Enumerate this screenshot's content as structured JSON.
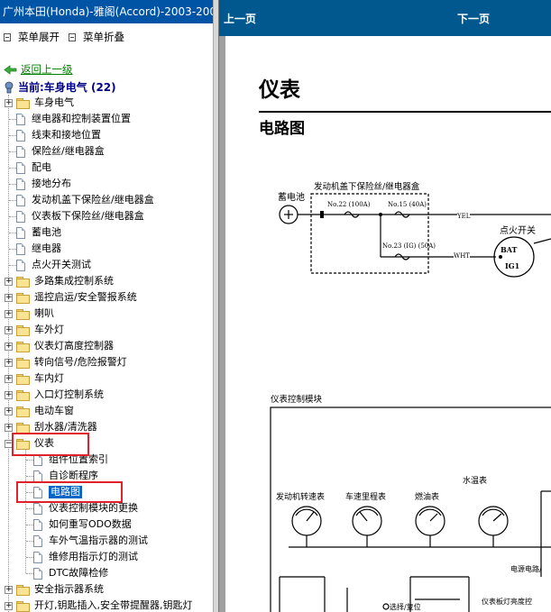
{
  "left_pane": {
    "title": "广州本田(Honda)-雅阁(Accord)-2003-2006",
    "expand_all": "菜单展开",
    "collapse_all": "菜单折叠",
    "back": "返回上一级",
    "current": "当前:车身电气 (22)"
  },
  "tree": [
    {
      "label": "车身电气",
      "type": "folder",
      "level": 0
    },
    {
      "label": "继电器和控制装置位置",
      "type": "page",
      "level": 0
    },
    {
      "label": "线束和接地位置",
      "type": "page",
      "level": 0
    },
    {
      "label": "保险丝/继电器盒",
      "type": "page",
      "level": 0
    },
    {
      "label": "配电",
      "type": "page",
      "level": 0
    },
    {
      "label": "接地分布",
      "type": "page",
      "level": 0
    },
    {
      "label": "发动机盖下保险丝/继电器盒",
      "type": "page",
      "level": 0
    },
    {
      "label": "仪表板下保险丝/继电器盒",
      "type": "page",
      "level": 0
    },
    {
      "label": "蓄电池",
      "type": "page",
      "level": 0
    },
    {
      "label": "继电器",
      "type": "page",
      "level": 0
    },
    {
      "label": "点火开关测试",
      "type": "page",
      "level": 0
    },
    {
      "label": "多路集成控制系统",
      "type": "folder",
      "level": 0
    },
    {
      "label": "遥控启运/安全警报系统",
      "type": "folder",
      "level": 0
    },
    {
      "label": "喇叭",
      "type": "folder",
      "level": 0
    },
    {
      "label": "车外灯",
      "type": "folder",
      "level": 0
    },
    {
      "label": "仪表灯高度控制器",
      "type": "folder",
      "level": 0
    },
    {
      "label": "转向信号/危险报警灯",
      "type": "folder",
      "level": 0
    },
    {
      "label": "车内灯",
      "type": "folder",
      "level": 0
    },
    {
      "label": "入口灯控制系统",
      "type": "folder",
      "level": 0
    },
    {
      "label": "电动车窗",
      "type": "folder",
      "level": 0
    },
    {
      "label": "刮水器/清洗器",
      "type": "folder",
      "level": 0
    },
    {
      "label": "仪表",
      "type": "folder-open",
      "level": 0
    },
    {
      "label": "组件位置索引",
      "type": "page",
      "level": 1
    },
    {
      "label": "自诊断程序",
      "type": "page",
      "level": 1
    },
    {
      "label": "电路图",
      "type": "page",
      "level": 1
    },
    {
      "label": "仪表控制模块的更换",
      "type": "page",
      "level": 1
    },
    {
      "label": "如何重写ODO数据",
      "type": "page",
      "level": 1
    },
    {
      "label": "车外气温指示器的测试",
      "type": "page",
      "level": 1
    },
    {
      "label": "维修用指示灯的测试",
      "type": "page",
      "level": 1
    },
    {
      "label": "DTC故障检修",
      "type": "page",
      "level": 1
    },
    {
      "label": "安全指示器系统",
      "type": "folder",
      "level": 0
    },
    {
      "label": "开灯,钥匙插入,安全带提醒器,钥匙灯",
      "type": "folder",
      "level": 0
    }
  ],
  "right_pane": {
    "prev": "上一页",
    "next": "下一页",
    "doc_title": "仪表",
    "doc_subtitle": "电路图"
  },
  "diagram": {
    "battery": "蓄电池",
    "fuse_box": "发动机盖下保险丝/继电器盒",
    "fuse1": "No.22 (100A)",
    "fuse2": "No.15 (40A)",
    "fuse3": "No.23 (IG) (50A)",
    "wire1": "YEL",
    "wire2": "WHT",
    "ign_switch": "点火开关",
    "bat": "BAT",
    "ig1": "IG1",
    "module": "仪表控制模块",
    "tach": "发动机转速表",
    "speedo": "车速里程表",
    "fuel": "燃油表",
    "temp": "水温表",
    "power": "电源电路/",
    "dimmer": "仪表板灯亮度控",
    "select": "选择/复位"
  },
  "colors": {
    "title_bar": "#0054a6",
    "right_bar": "#00588f",
    "highlight": "#e0202a",
    "selected": "#0a64c8",
    "link": "#008000",
    "current": "#00008b"
  }
}
